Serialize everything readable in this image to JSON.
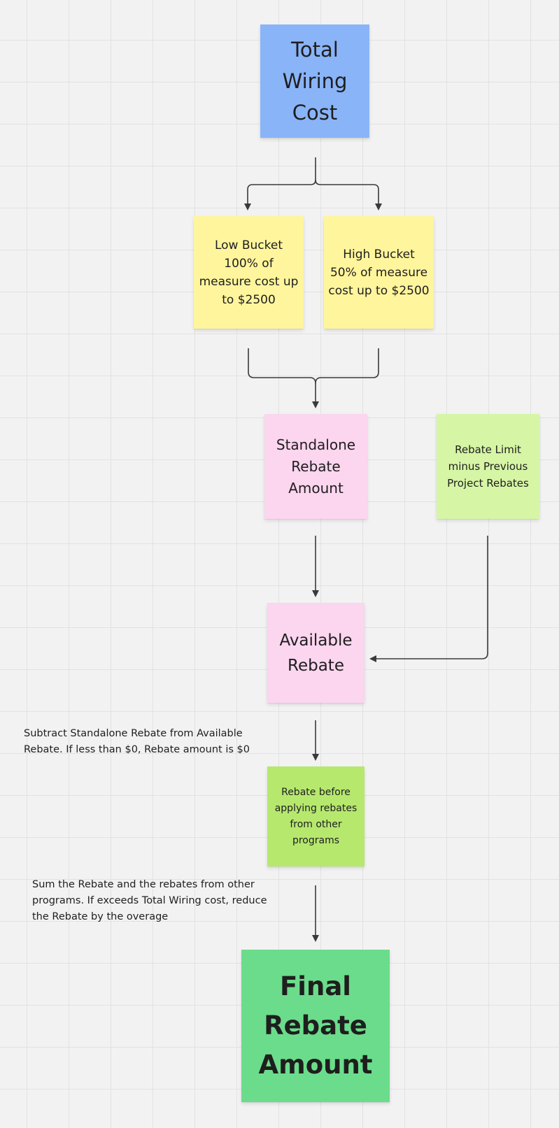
{
  "diagram": {
    "nodes": {
      "total_wiring_cost": {
        "label": "Total Wiring Cost",
        "color": "#8ab4f8"
      },
      "low_bucket": {
        "label": "Low Bucket 100% of measure cost up to $2500",
        "color": "#fff59d"
      },
      "high_bucket": {
        "label": "High Bucket 50% of measure cost up to $2500",
        "color": "#fff59d"
      },
      "standalone_rebate": {
        "label": "Standalone Rebate Amount",
        "color": "#fcd5ef"
      },
      "rebate_limit": {
        "label": "Rebate Limit minus Previous Project Rebates",
        "color": "#d6f5a5"
      },
      "available_rebate": {
        "label": "Available Rebate",
        "color": "#fcd5ef"
      },
      "rebate_before": {
        "label": "Rebate before applying rebates from other programs",
        "color": "#b6e86e"
      },
      "final_rebate": {
        "label": "Final Rebate Amount",
        "color": "#6bdc8b"
      }
    },
    "notes": {
      "subtract": "Subtract Standalone Rebate from Available\nRebate. If less than $0, Rebate amount is $0",
      "sum": "Sum the Rebate and the rebates from other\nprograms. If exceeds Total Wiring cost, reduce\nthe Rebate by the overage"
    },
    "connector_color": "#3a3a3a"
  }
}
